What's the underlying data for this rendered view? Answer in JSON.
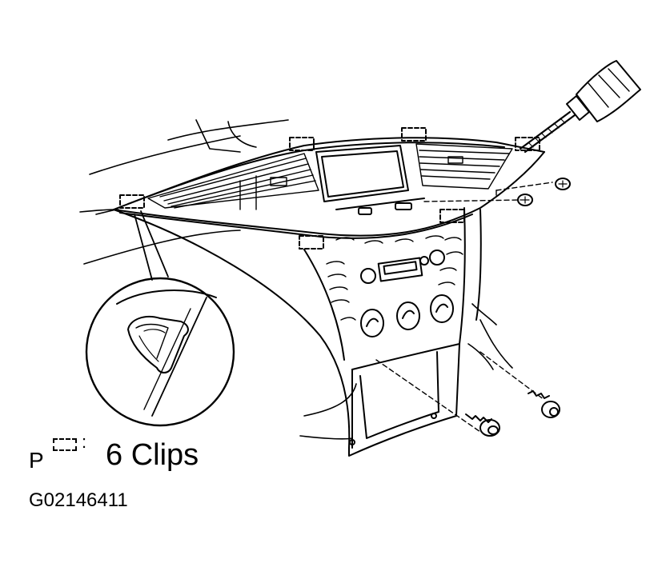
{
  "legend": {
    "prefix": "P",
    "colon": ":",
    "text": "6 Clips"
  },
  "figure_id": "G02146411",
  "icons": [
    "dashed-clip-marker-icon",
    "screwdriver-icon",
    "screw-icon",
    "clip-detail-icon"
  ],
  "colors": {
    "ink": "#000000",
    "paper": "#ffffff"
  }
}
